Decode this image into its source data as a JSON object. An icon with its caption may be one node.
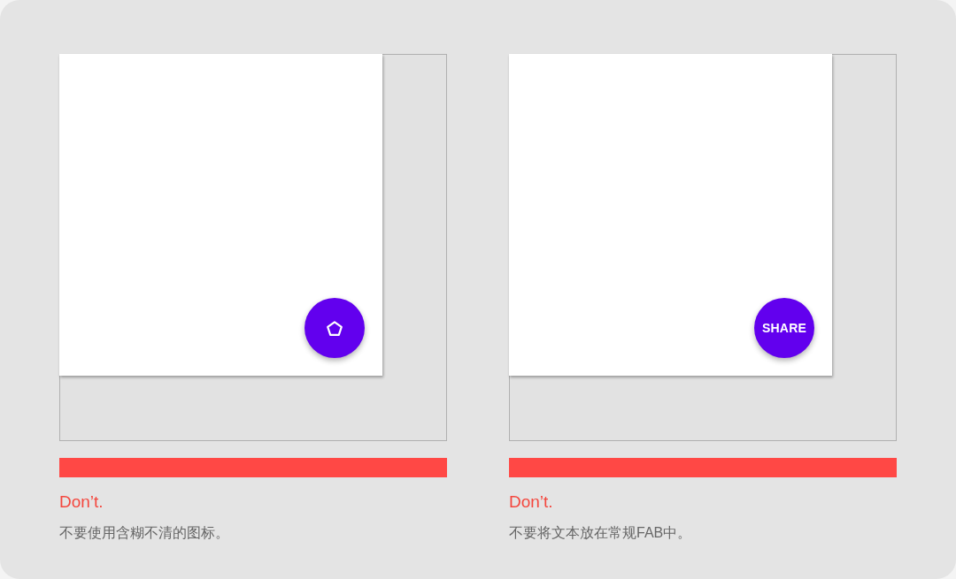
{
  "diagram": {
    "nodes": [
      {
        "text": [],
        "shape": "circle"
      },
      {
        "text": [
          "SHARE"
        ]
      },
      {
        "text": [],
        "shape": "bar"
      },
      {
        "text": [],
        "shape": "bar"
      }
    ],
    "labels": [
      "Don’t.",
      "不要使用含糊不清的图标。",
      "Don’t.",
      "不要将文本放在常规FAB中。"
    ]
  }
}
